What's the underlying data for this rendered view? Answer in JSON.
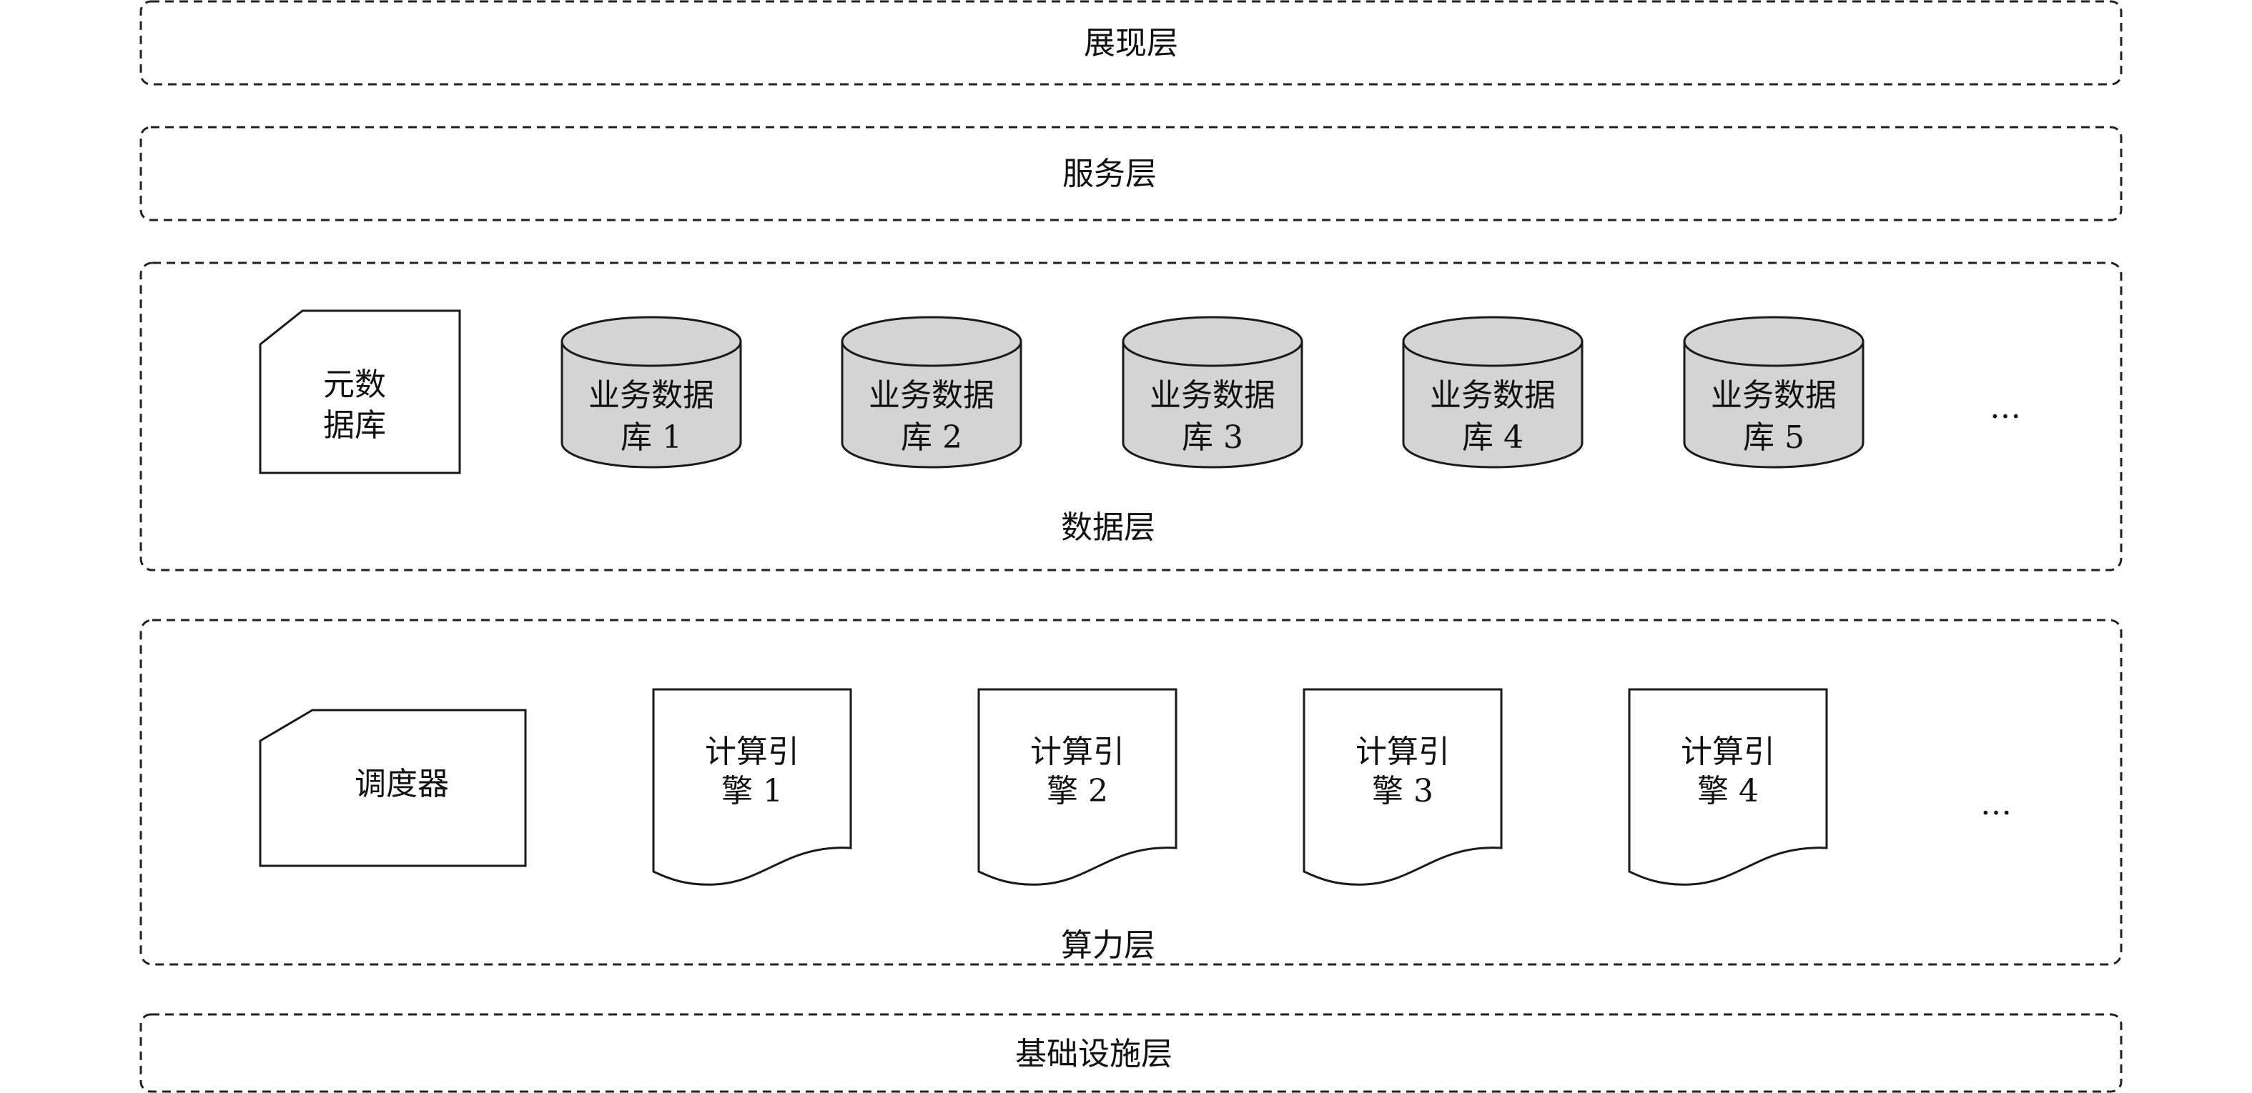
{
  "layers": {
    "presentation": {
      "label": "展现层"
    },
    "service": {
      "label": "服务层"
    },
    "data": {
      "label": "数据层",
      "metadata_db": {
        "line1": "元数",
        "line2": "据库"
      },
      "business_dbs": [
        {
          "line1": "业务数据",
          "line2": "库 1"
        },
        {
          "line1": "业务数据",
          "line2": "库 2"
        },
        {
          "line1": "业务数据",
          "line2": "库 3"
        },
        {
          "line1": "业务数据",
          "line2": "库 4"
        },
        {
          "line1": "业务数据",
          "line2": "库 5"
        }
      ],
      "more": "…"
    },
    "compute": {
      "label": "算力层",
      "scheduler": {
        "label": "调度器"
      },
      "engines": [
        {
          "line1": "计算引",
          "line2": "擎 1"
        },
        {
          "line1": "计算引",
          "line2": "擎 2"
        },
        {
          "line1": "计算引",
          "line2": "擎 3"
        },
        {
          "line1": "计算引",
          "line2": "擎 4"
        }
      ],
      "more": "…"
    },
    "infrastructure": {
      "label": "基础设施层"
    }
  },
  "colors": {
    "database_fill": "#d4d4d4",
    "shape_fill": "#ffffff",
    "stroke": "#1a1a1a"
  }
}
